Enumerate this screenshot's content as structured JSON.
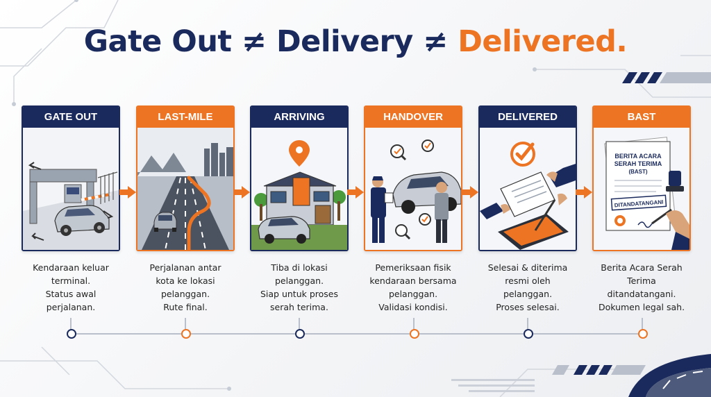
{
  "title": {
    "part1": "Gate Out ≠ Delivery ≠ ",
    "part2": "Delivered."
  },
  "stages": [
    {
      "header": "GATE OUT",
      "accent": "#1b2a5c",
      "icon": "gate-car-icon",
      "desc": [
        "Kendaraan keluar",
        "terminal.",
        "Status awal",
        "perjalanan."
      ]
    },
    {
      "header": "LAST-MILE",
      "accent": "#ec7422",
      "icon": "road-route-icon",
      "desc": [
        "Perjalanan antar",
        "kota ke lokasi",
        "pelanggan.",
        "Rute final."
      ]
    },
    {
      "header": "ARRIVING",
      "accent": "#1b2a5c",
      "icon": "house-pin-icon",
      "desc": [
        "Tiba di lokasi",
        "pelanggan.",
        "Siap untuk proses",
        "serah terima."
      ]
    },
    {
      "header": "HANDOVER",
      "accent": "#ec7422",
      "icon": "inspection-icon",
      "desc": [
        "Pemeriksaan fisik",
        "kendaraan bersama",
        "pelanggan.",
        "Validasi kondisi."
      ]
    },
    {
      "header": "DELIVERED",
      "accent": "#1b2a5c",
      "icon": "signed-tablet-icon",
      "desc": [
        "Selesai & diterima",
        "resmi oleh",
        "pelanggan.",
        "Proses selesai."
      ]
    },
    {
      "header": "BAST",
      "accent": "#ec7422",
      "icon": "document-stamp-icon",
      "desc": [
        "Berita Acara Serah",
        "Terima",
        "ditandatangani.",
        "Dokumen legal sah."
      ]
    }
  ],
  "bast_doc": {
    "line1": "BERITA ACARA",
    "line2": "SERAH TERIMA",
    "line3": "(BAST)",
    "stamp": "DITANDATANGANI"
  },
  "colors": {
    "navy": "#1b2a5c",
    "orange": "#ec7422"
  }
}
